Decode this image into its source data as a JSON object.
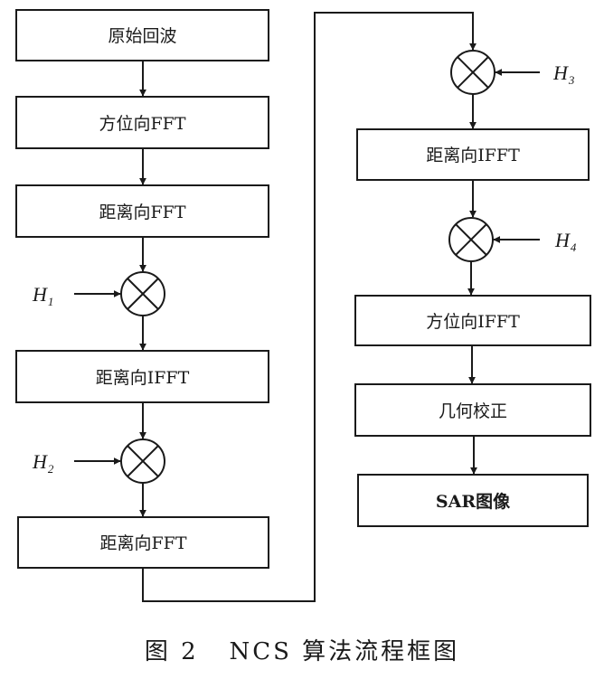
{
  "diagram": {
    "title": "NCS算法流程框图",
    "left_column": {
      "steps": [
        {
          "type": "box",
          "label": "原始回波"
        },
        {
          "type": "box",
          "label": "方位向FFT"
        },
        {
          "type": "box",
          "label": "距离向FFT"
        },
        {
          "type": "multiply",
          "input": "H",
          "input_sub": "1"
        },
        {
          "type": "box",
          "label": "距离向IFFT"
        },
        {
          "type": "multiply",
          "input": "H",
          "input_sub": "2"
        },
        {
          "type": "box",
          "label": "距离向FFT"
        }
      ]
    },
    "right_column": {
      "steps": [
        {
          "type": "multiply",
          "input": "H",
          "input_sub": "3"
        },
        {
          "type": "box",
          "label": "距离向IFFT"
        },
        {
          "type": "multiply",
          "input": "H",
          "input_sub": "4"
        },
        {
          "type": "box",
          "label": "方位向IFFT"
        },
        {
          "type": "box",
          "label": "几何校正"
        },
        {
          "type": "box",
          "label": "SAR图像"
        }
      ]
    },
    "flow": "left column top-to-bottom, then connector to right column top-to-bottom",
    "icons": {
      "multiply_node": "circle-cross-icon",
      "flow_arrow": "arrow-down-icon",
      "input_arrow": "arrow-icon"
    }
  },
  "caption": {
    "figure_label": "图 2",
    "text": "NCS 算法流程框图"
  }
}
